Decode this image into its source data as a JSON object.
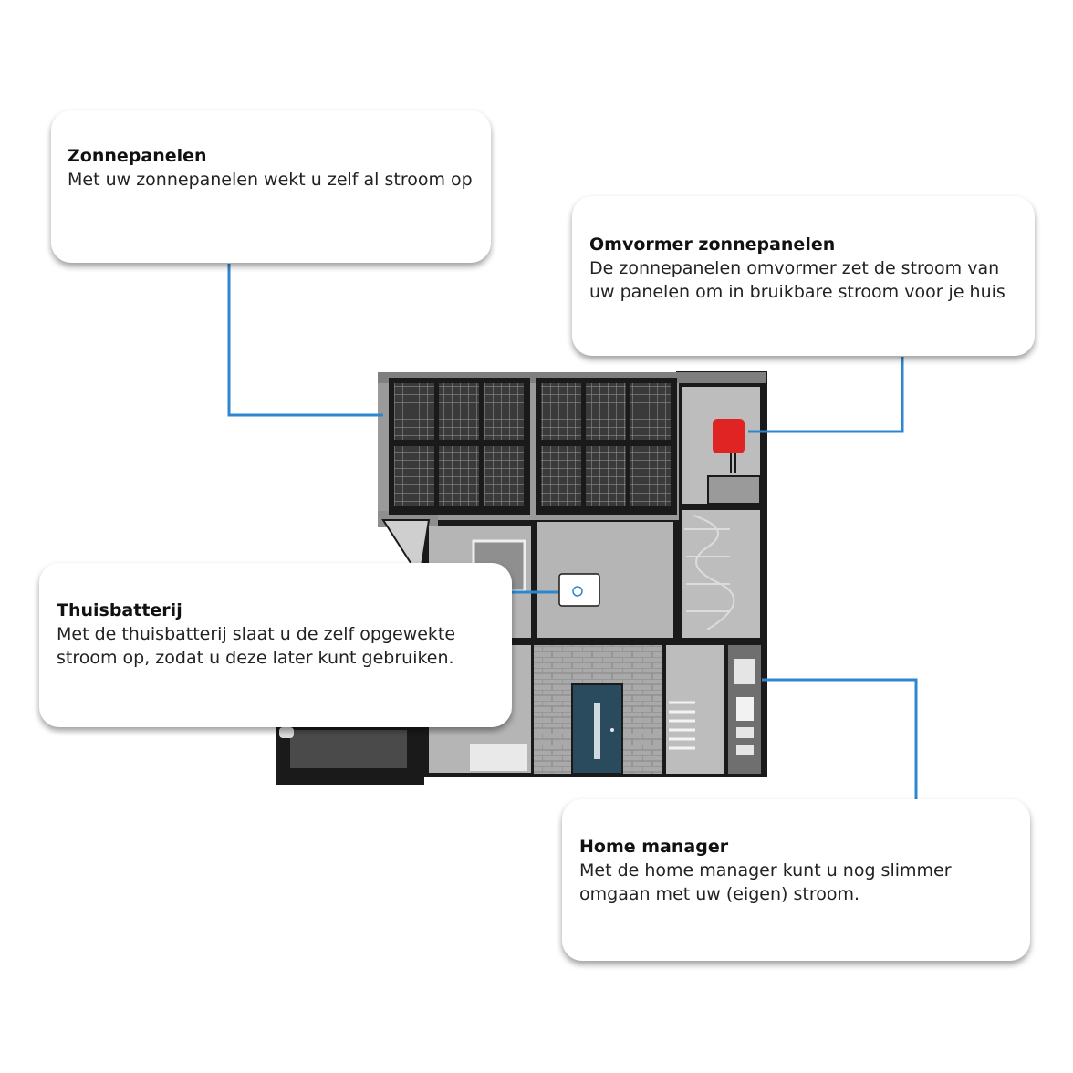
{
  "cards": {
    "zonnepanelen": {
      "title": "Zonnepanelen",
      "body": "Met uw zonnepanelen wekt u zelf al stroom op"
    },
    "omvormer": {
      "title": "Omvormer zonnepanelen",
      "body": "De zonnepanelen omvormer zet de stroom van uw panelen om in bruikbare stroom voor je huis"
    },
    "thuisbatterij": {
      "title": "Thuisbatterij",
      "body": "Met de thuisbatterij slaat u de zelf opgewekte stroom op, zodat u deze later kunt gebruiken."
    },
    "homemanager": {
      "title": "Home manager",
      "body": "Met de home manager kunt u nog slimmer omgaan met uw (eigen) stroom."
    }
  },
  "colors": {
    "connector": "#2f86cf",
    "inverter": "#e02424",
    "door": "#2a4a5e",
    "panel": "#3a3a3a",
    "wall": "#b5b5b5",
    "outline": "#1a1a1a"
  }
}
